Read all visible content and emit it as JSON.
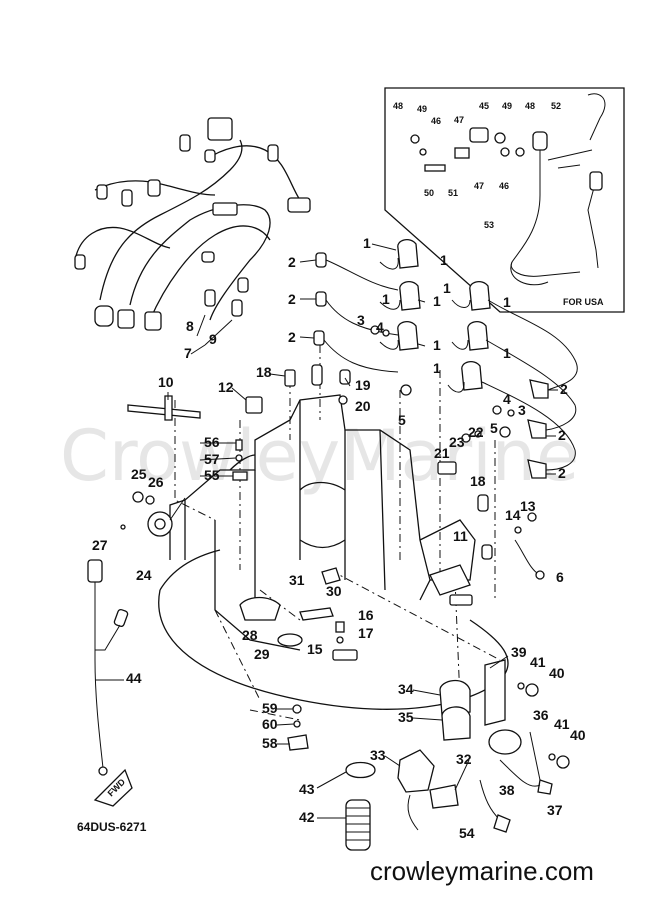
{
  "watermark": "CrowleyMarine",
  "footer_site": "crowleymarine.com",
  "drawing_code": "64DUS-6271",
  "inset_caption": "FOR USA",
  "fwd_label": "FWD",
  "callouts": {
    "c1a": "1",
    "c1b": "1",
    "c1c": "1",
    "c1d": "1",
    "c1e": "1",
    "c1f": "1",
    "c1g": "1",
    "c1h": "1",
    "c1i": "1",
    "c2a": "2",
    "c2b": "2",
    "c2c": "2",
    "c2d": "2",
    "c2e": "2",
    "c2f": "2",
    "c3a": "3",
    "c3b": "3",
    "c4a": "4",
    "c4b": "4",
    "c5a": "5",
    "c5b": "5",
    "c6": "6",
    "c7": "7",
    "c8": "8",
    "c9": "9",
    "c10": "10",
    "c11": "11",
    "c12": "12",
    "c13": "13",
    "c14": "14",
    "c15": "15",
    "c16": "16",
    "c17": "17",
    "c18a": "18",
    "c18b": "18",
    "c19": "19",
    "c20": "20",
    "c21": "21",
    "c22": "22",
    "c23": "23",
    "c24": "24",
    "c25": "25",
    "c26": "26",
    "c27": "27",
    "c28": "28",
    "c29": "29",
    "c30": "30",
    "c31": "31",
    "c32": "32",
    "c33": "33",
    "c34": "34",
    "c35": "35",
    "c36": "36",
    "c37": "37",
    "c38": "38",
    "c39": "39",
    "c40a": "40",
    "c40b": "40",
    "c41a": "41",
    "c41b": "41",
    "c42": "42",
    "c43": "43",
    "c44": "44",
    "c45": "45",
    "c46a": "46",
    "c46b": "46",
    "c47a": "47",
    "c47b": "47",
    "c48a": "48",
    "c48b": "48",
    "c49a": "49",
    "c49b": "49",
    "c50": "50",
    "c51": "51",
    "c52": "52",
    "c53": "53",
    "c54": "54",
    "c55": "55",
    "c56": "56",
    "c57": "57",
    "c58": "58",
    "c59": "59",
    "c60": "60"
  },
  "colors": {
    "line": "#111111",
    "watermark": "#e6e6e6",
    "background": "#ffffff"
  }
}
